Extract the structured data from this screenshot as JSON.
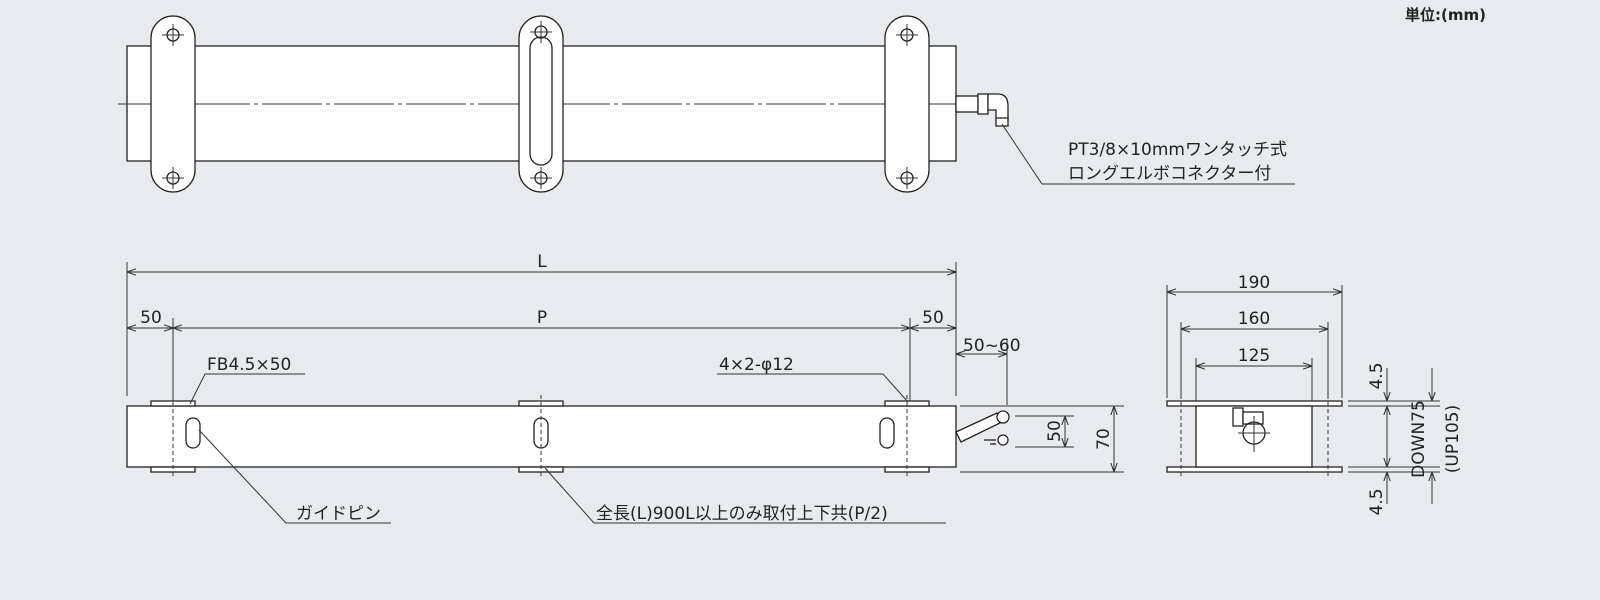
{
  "unit_label": "単位:(mm)",
  "connector_note": {
    "line1": "PT3/8×10mmワンタッチ式",
    "line2": "ロングエルボコネクター付"
  },
  "front_view": {
    "dim_L": "L",
    "dim_P": "P",
    "dim_end_left": "50",
    "dim_end_right": "50",
    "dim_connector": "50~60",
    "fb_label": "FB4.5×50",
    "hole_label": "4×2-φ12",
    "dim_50": "50",
    "dim_70": "70",
    "guide_pin_label": "ガイドピン",
    "center_mount_note": "全長(L)900L以上のみ取付上下共(P/2)"
  },
  "side_view": {
    "dim_190": "190",
    "dim_160": "160",
    "dim_125": "125",
    "dim_top_45": "4.5",
    "dim_bottom_45": "4.5",
    "dim_down": "DOWN75",
    "dim_up": "(UP105)"
  },
  "colors": {
    "background": "#e7ebef",
    "line": "#222222",
    "body_fill": "#ffffff"
  }
}
